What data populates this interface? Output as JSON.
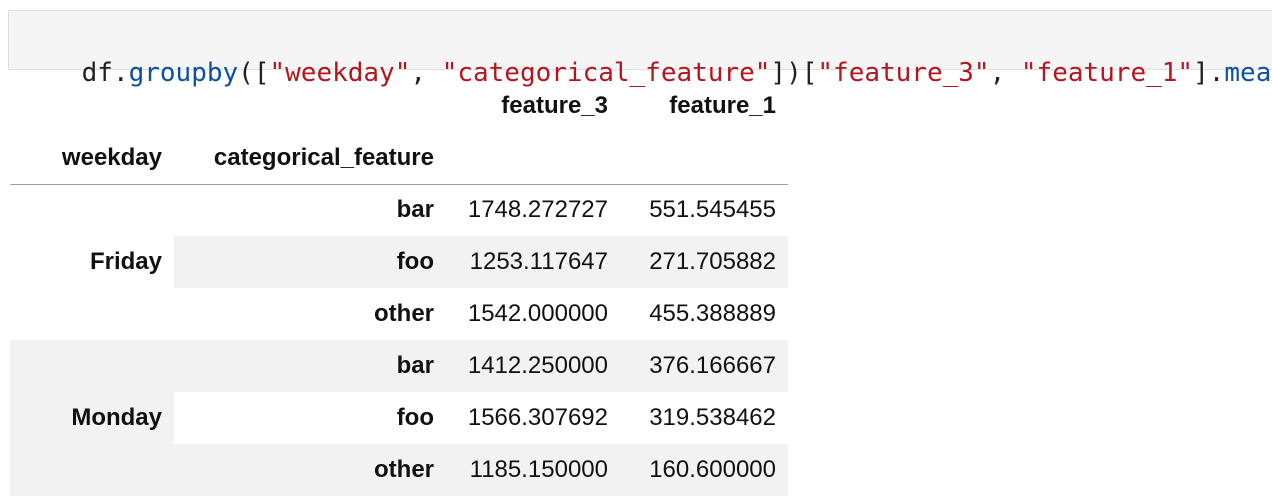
{
  "code": {
    "tokens": [
      {
        "text": "df",
        "kind": "name"
      },
      {
        "text": ".",
        "kind": "punc"
      },
      {
        "text": "groupby",
        "kind": "func"
      },
      {
        "text": "([",
        "kind": "punc"
      },
      {
        "text": "\"weekday\"",
        "kind": "str"
      },
      {
        "text": ", ",
        "kind": "punc"
      },
      {
        "text": "\"categorical_feature\"",
        "kind": "str"
      },
      {
        "text": "])[",
        "kind": "punc"
      },
      {
        "text": "\"feature_3\"",
        "kind": "str"
      },
      {
        "text": ", ",
        "kind": "punc"
      },
      {
        "text": "\"feature_1\"",
        "kind": "str"
      },
      {
        "text": "].",
        "kind": "punc"
      },
      {
        "text": "mean",
        "kind": "func"
      },
      {
        "text": "()",
        "kind": "punc"
      }
    ]
  },
  "table": {
    "columns": [
      "feature_3",
      "feature_1"
    ],
    "index_names": [
      "weekday",
      "categorical_feature"
    ],
    "groups": [
      {
        "label": "Friday",
        "rows": [
          {
            "category": "bar",
            "values": [
              "1748.272727",
              "551.545455"
            ]
          },
          {
            "category": "foo",
            "values": [
              "1253.117647",
              "271.705882"
            ]
          },
          {
            "category": "other",
            "values": [
              "1542.000000",
              "455.388889"
            ]
          }
        ]
      },
      {
        "label": "Monday",
        "rows": [
          {
            "category": "bar",
            "values": [
              "1412.250000",
              "376.166667"
            ]
          },
          {
            "category": "foo",
            "values": [
              "1566.307692",
              "319.538462"
            ]
          },
          {
            "category": "other",
            "values": [
              "1185.150000",
              "160.600000"
            ]
          }
        ]
      }
    ]
  }
}
